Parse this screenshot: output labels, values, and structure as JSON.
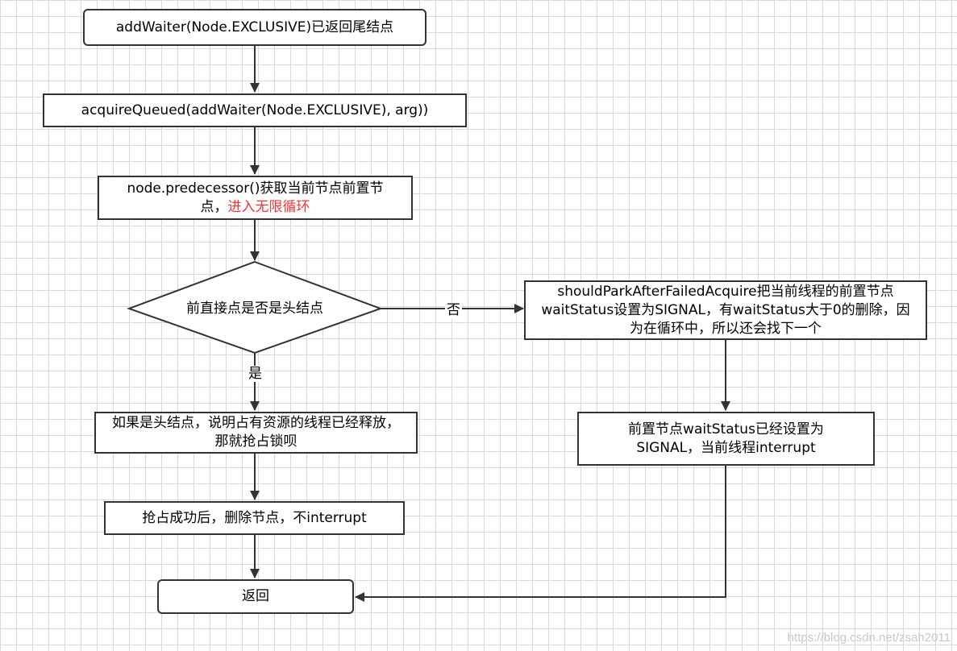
{
  "nodes": {
    "add_waiter": "addWaiter(Node.EXCLUSIVE)已返回尾结点",
    "acquire_queued": "acquireQueued(addWaiter(Node.EXCLUSIVE), arg))",
    "predecessor_line1": "node.predecessor()获取当前节点前置节",
    "predecessor_line2_plain": "点，",
    "predecessor_line2_highlight": "进入无限循环",
    "decision": "前直接点是否是头结点",
    "should_park": "shouldParkAfterFailedAcquire把当前线程的前置节点waitStatus设置为SIGNAL，有waitStatus大于0的删除，因为在循环中，所以还会找下一个",
    "head_node": "如果是头结点，说明占有资源的线程已经释放，那就抢占锁呗",
    "signal_set": "前置节点waitStatus已经设置为SIGNAL，当前线程interrupt",
    "acquire_success": "抢占成功后，删除节点，不interrupt",
    "return": "返回"
  },
  "edges": {
    "no_label": "否",
    "yes_label": "是"
  },
  "colors": {
    "border": "#333333",
    "highlight": "#ff3333",
    "grid": "#d9d9d9"
  },
  "watermark": "https://blog.csdn.net/zsah2011"
}
